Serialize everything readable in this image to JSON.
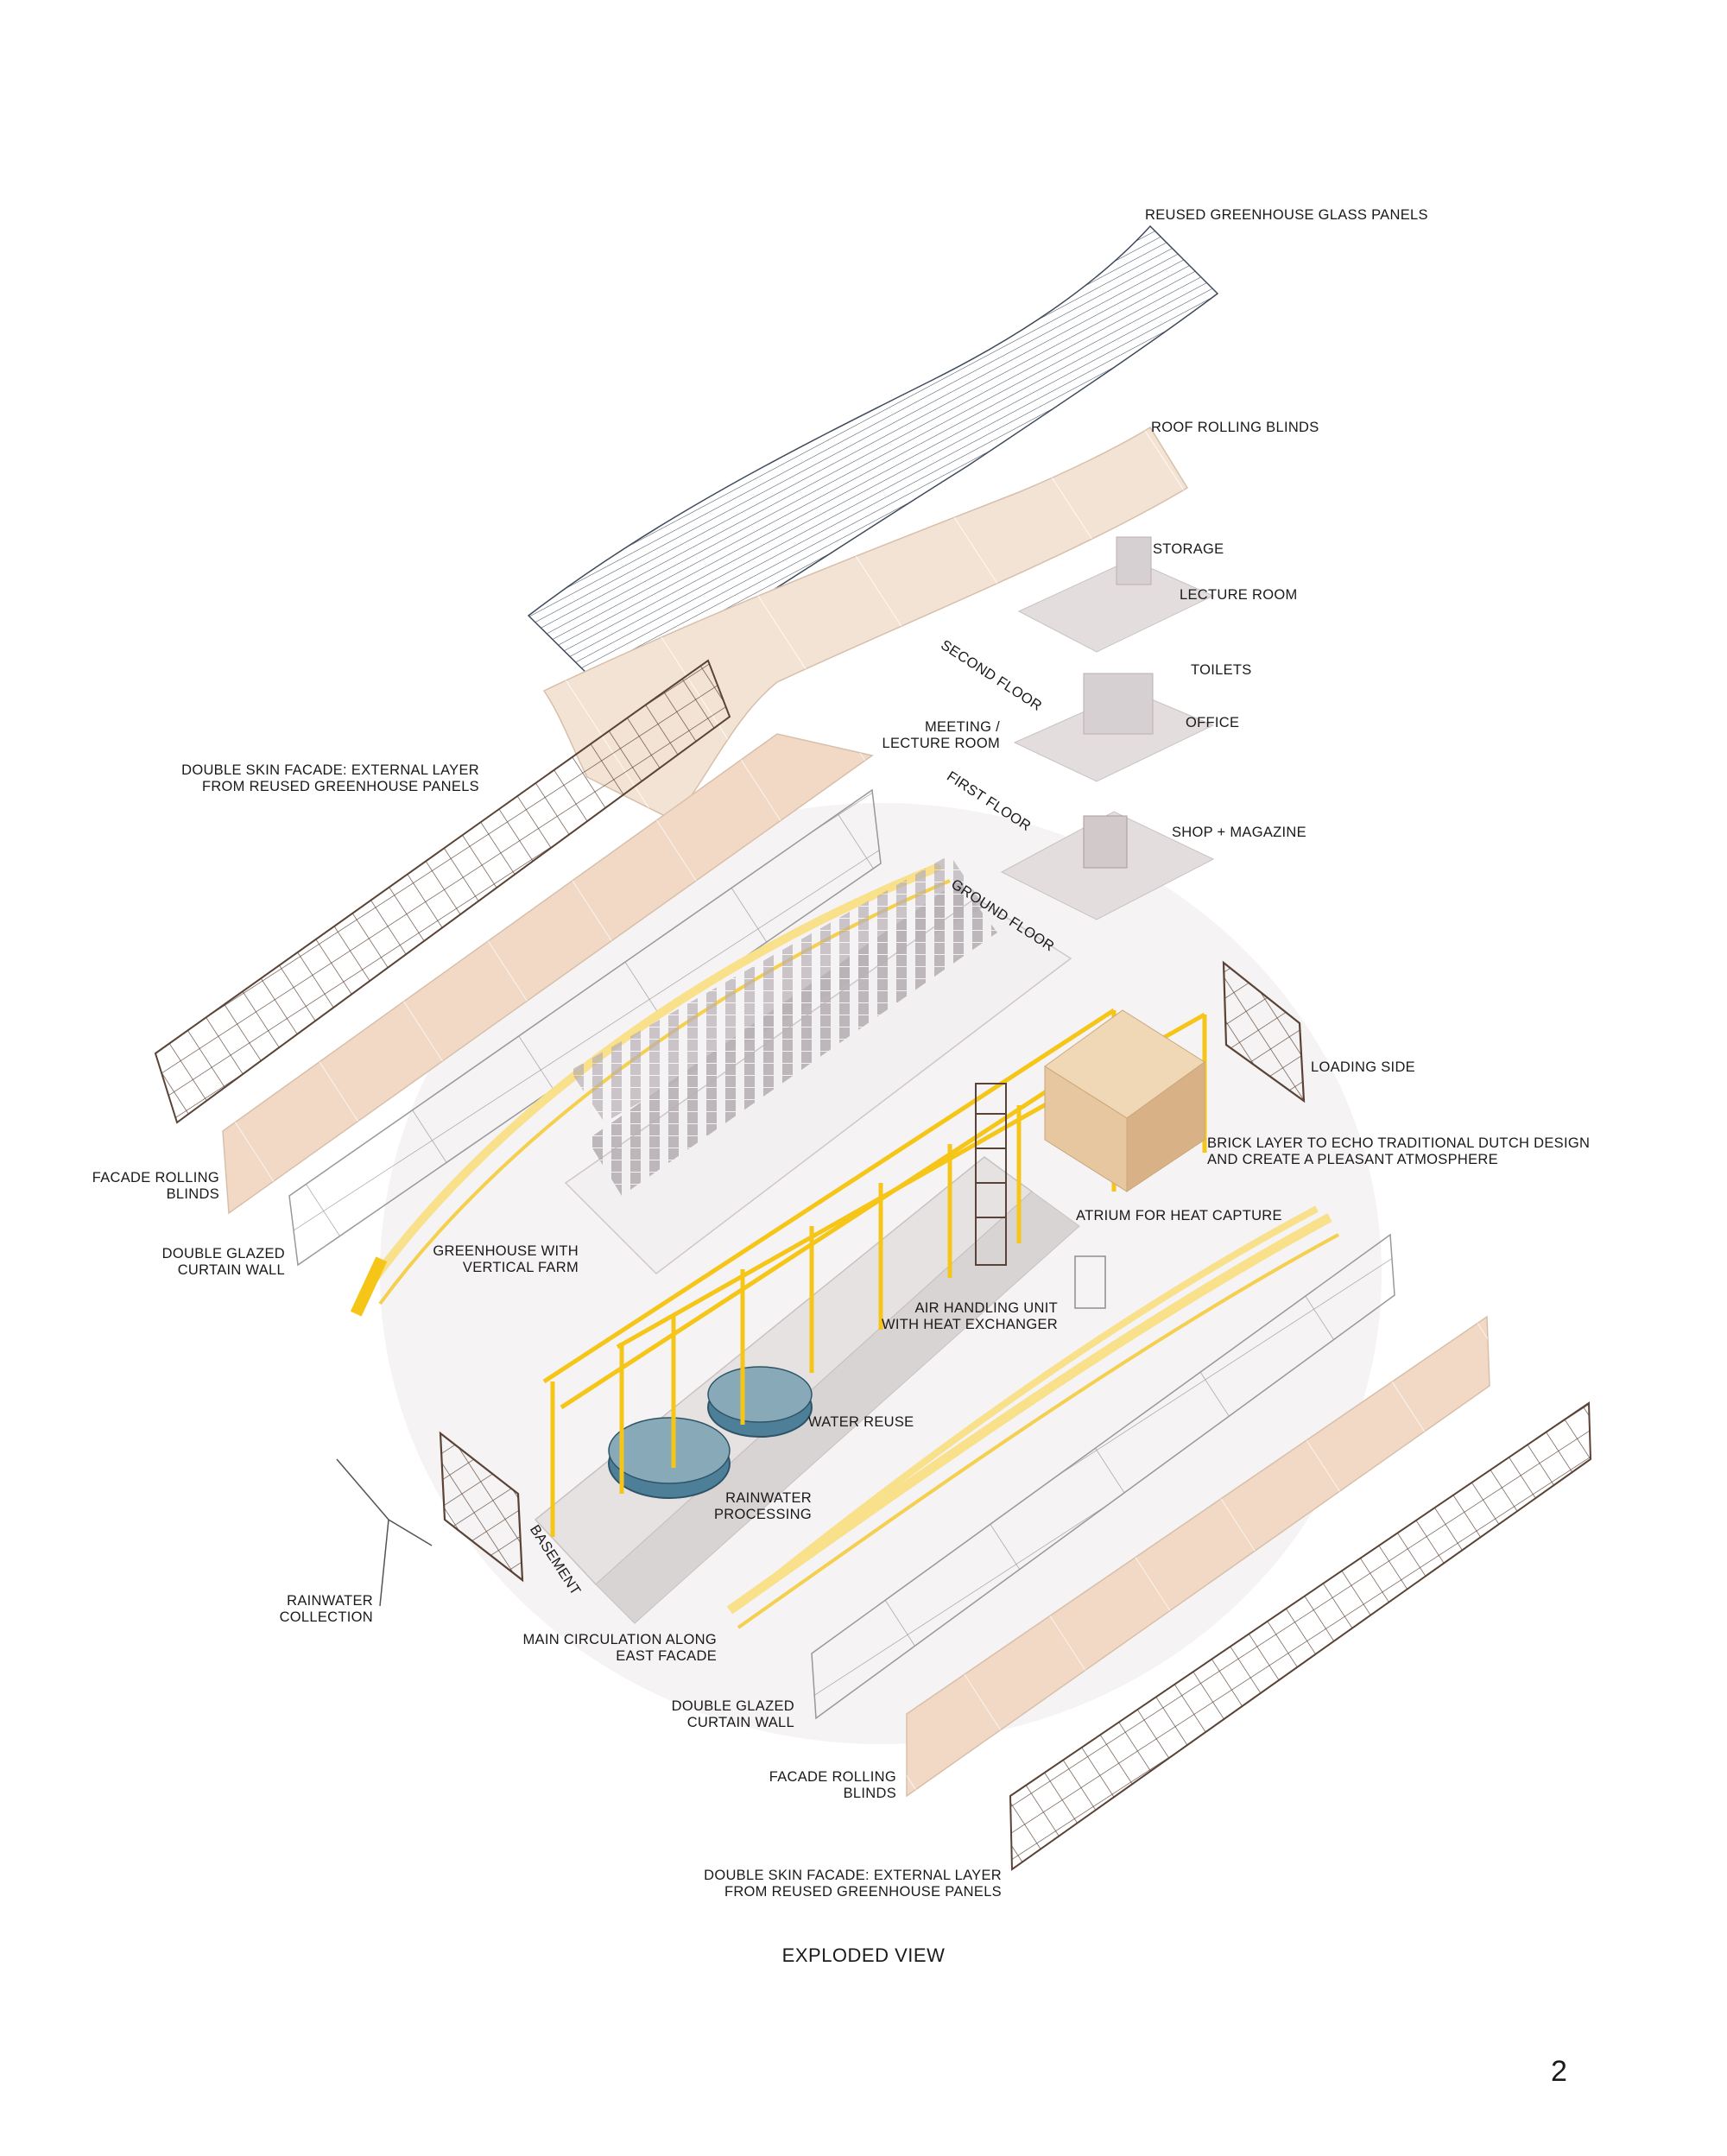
{
  "labels": {
    "reused_glass_panels": "REUSED GREENHOUSE GLASS PANELS",
    "roof_blinds": "ROOF ROLLING BLINDS",
    "storage": "STORAGE",
    "lecture_room": "LECTURE ROOM",
    "second_floor": "SECOND FLOOR",
    "toilets": "TOILETS",
    "office": "OFFICE",
    "meeting_lecture": [
      "MEETING /",
      "LECTURE ROOM"
    ],
    "first_floor": "FIRST FLOOR",
    "shop_magazine": "SHOP + MAGAZINE",
    "ground_floor": "GROUND FLOOR",
    "double_skin_top": [
      "DOUBLE SKIN FACADE: EXTERNAL LAYER",
      "FROM REUSED GREENHOUSE PANELS"
    ],
    "loading_side": "LOADING SIDE",
    "brick_layer": [
      "BRICK LAYER TO ECHO TRADITIONAL DUTCH DESIGN",
      "AND CREATE A PLEASANT ATMOSPHERE"
    ],
    "atrium": "ATRIUM FOR HEAT CAPTURE",
    "facade_blinds_left": [
      "FACADE ROLLING",
      "BLINDS"
    ],
    "double_glazed_left": [
      "DOUBLE GLAZED",
      "CURTAIN WALL"
    ],
    "greenhouse_farm": [
      "GREENHOUSE WITH",
      "VERTICAL FARM"
    ],
    "air_handling": [
      "AIR HANDLING UNIT",
      "WITH HEAT EXCHANGER"
    ],
    "water_reuse": "WATER REUSE",
    "rainwater_processing": [
      "RAINWATER",
      "PROCESSING"
    ],
    "basement": "BASEMENT",
    "rainwater_collection": [
      "RAINWATER",
      "COLLECTION"
    ],
    "main_circulation": [
      "MAIN CIRCULATION ALONG",
      "EAST FACADE"
    ],
    "double_glazed_right": [
      "DOUBLE GLAZED",
      "CURTAIN WALL"
    ],
    "facade_blinds_right": [
      "FACADE ROLLING",
      "BLINDS"
    ],
    "double_skin_bottom": [
      "DOUBLE SKIN FACADE: EXTERNAL LAYER",
      "FROM REUSED GREENHOUSE PANELS"
    ]
  },
  "title": "EXPLODED VIEW",
  "page_number": "2",
  "colors": {
    "frame_dark": "#5a4336",
    "blind_fill": "#f1d9c6",
    "glass_line": "#3d4a5a",
    "structure_yellow": "#f5c518",
    "circulation_yellow": "#f9e08a",
    "tank_blue": "#4d7f99",
    "floor_fill": "#e3dddd",
    "wood_fill": "#e7c79f",
    "background_disc": "#f4f2f2"
  }
}
